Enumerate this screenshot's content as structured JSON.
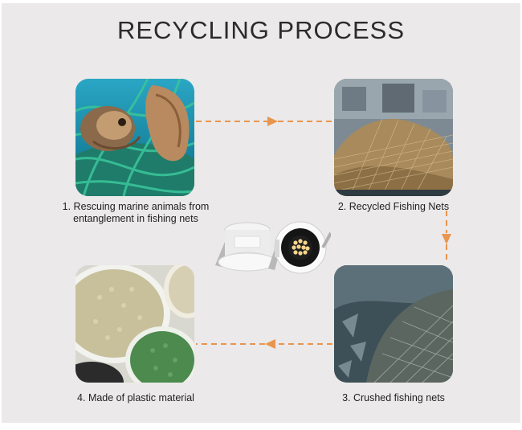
{
  "title": "RECYCLING PROCESS",
  "steps": [
    {
      "caption": "1. Rescuing marine animals from entanglement in fishing nets"
    },
    {
      "caption": "2. Recycled Fishing Nets"
    },
    {
      "caption": "3. Crushed fishing nets"
    },
    {
      "caption": "4. Made of plastic material"
    }
  ],
  "colors": {
    "arrow": "#e8954f",
    "background": "#ebe9e9",
    "title": "#2b2b2b"
  }
}
